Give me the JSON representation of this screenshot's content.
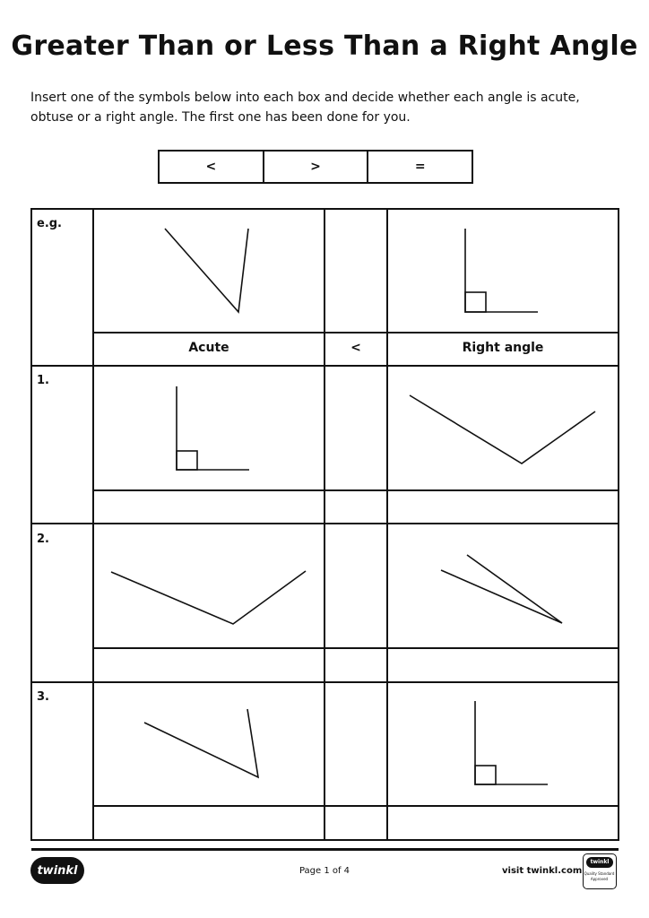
{
  "title": "Greater Than or Less Than a Right Angle",
  "instructions": "Insert one of the symbols below into each box and decide whether each angle is acute, obtuse or a right angle. The first one has been done for you.",
  "symbols": [
    "<",
    ">",
    "="
  ],
  "rows": [
    {
      "label": "e.g.",
      "left_answer": "Acute",
      "symbol_answer": "<",
      "right_answer": "Right angle"
    },
    {
      "label": "1.",
      "left_answer": "",
      "symbol_answer": "",
      "right_answer": ""
    },
    {
      "label": "2.",
      "left_answer": "",
      "symbol_answer": "",
      "right_answer": ""
    },
    {
      "label": "3.",
      "left_answer": "",
      "symbol_answer": "",
      "right_answer": ""
    }
  ],
  "footer": {
    "logo_text": "twinkl",
    "page": "Page 1 of 4",
    "website": "visit twinkl.com",
    "badge_line1": "twinkl",
    "badge_line2": "Quality Standard",
    "badge_line3": "Approved"
  }
}
